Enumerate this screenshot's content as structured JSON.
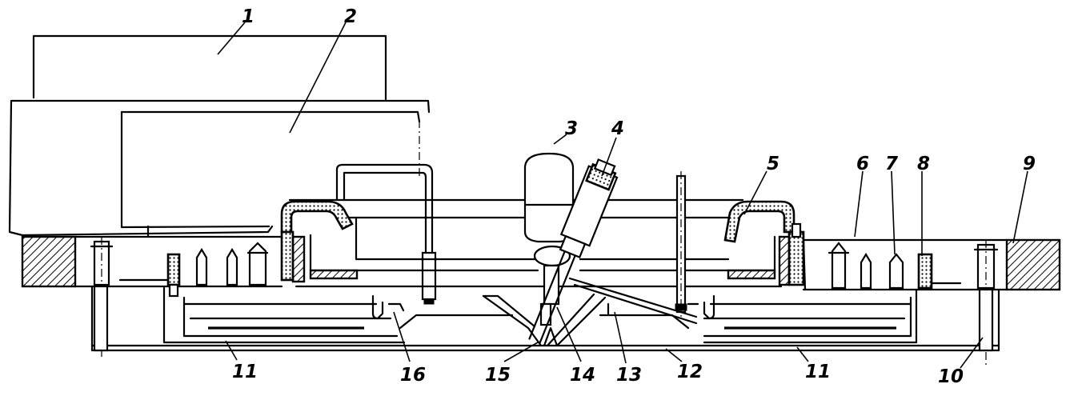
{
  "figure": {
    "callouts": [
      {
        "id": "1",
        "text": "1"
      },
      {
        "id": "2",
        "text": "2"
      },
      {
        "id": "3",
        "text": "3"
      },
      {
        "id": "4",
        "text": "4"
      },
      {
        "id": "5",
        "text": "5"
      },
      {
        "id": "6",
        "text": "6"
      },
      {
        "id": "7",
        "text": "7"
      },
      {
        "id": "8",
        "text": "8"
      },
      {
        "id": "9",
        "text": "9"
      },
      {
        "id": "10",
        "text": "10"
      },
      {
        "id": "11a",
        "text": "11"
      },
      {
        "id": "11b",
        "text": "11"
      },
      {
        "id": "12",
        "text": "12"
      },
      {
        "id": "13",
        "text": "13"
      },
      {
        "id": "14",
        "text": "14"
      },
      {
        "id": "15",
        "text": "15"
      },
      {
        "id": "16",
        "text": "16"
      }
    ]
  }
}
